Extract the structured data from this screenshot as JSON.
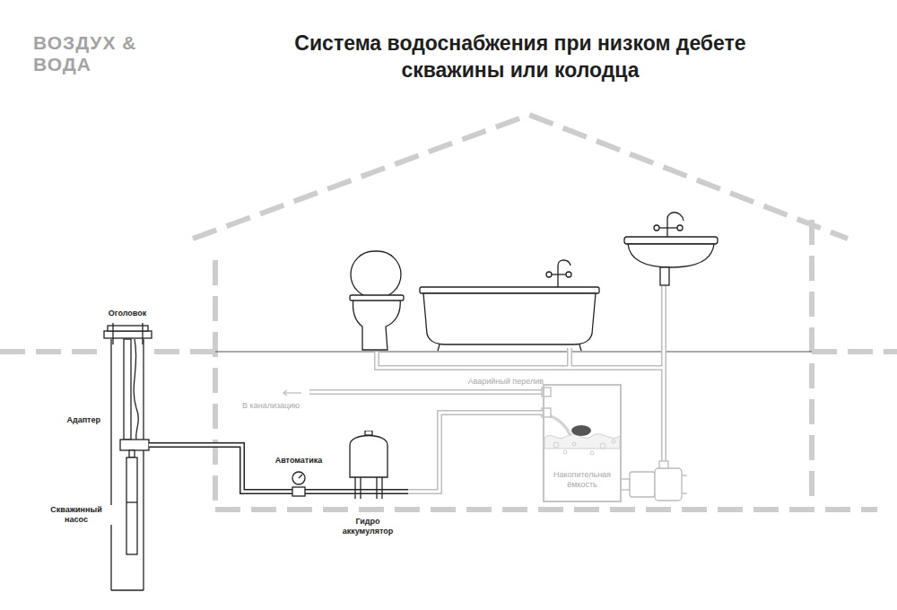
{
  "diagram": {
    "title": "Система водоснабжения при низком дебете скважины или колодца",
    "nodes": [
      {
        "text": [
          "Гидро аккумулятор"
        ]
      },
      {
        "text": [
          "Накопительная ёмкость"
        ]
      }
    ],
    "edges": [
      {
        "from": 0,
        "to": 1,
        "arrow": "none"
      }
    ],
    "labels": [
      "ВОЗДУХ & ВОДА",
      "Оголовок",
      "Адаптер",
      "Скважинный насос",
      "Автоматика",
      "Аварийный перелив",
      "В канализацию"
    ]
  }
}
